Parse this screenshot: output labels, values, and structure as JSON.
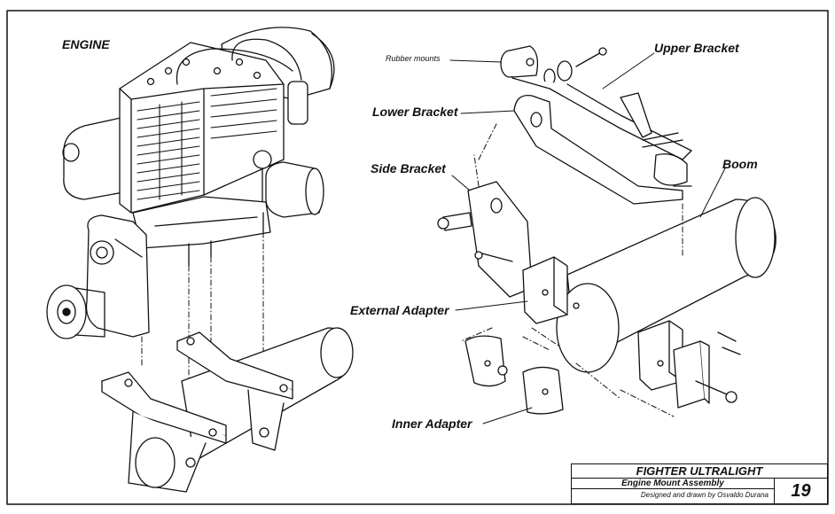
{
  "labels": {
    "engine": "ENGINE",
    "rubber_mounts": "Rubber mounts",
    "upper_bracket": "Upper Bracket",
    "lower_bracket": "Lower Bracket",
    "side_bracket": "Side Bracket",
    "boom": "Boom",
    "external_adapter": "External Adapter",
    "inner_adapter": "Inner Adapter"
  },
  "title_block": {
    "title": "FIGHTER ULTRALIGHT",
    "subtitle": "Engine Mount Assembly",
    "credit": "Designed and drawn by Osvaldo Durana",
    "page_number": "19"
  }
}
